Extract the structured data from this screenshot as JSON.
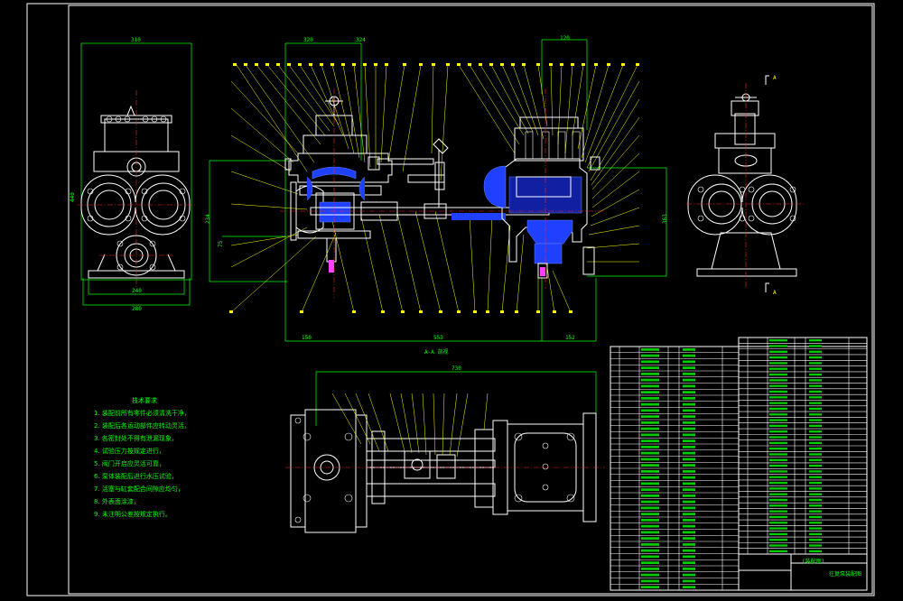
{
  "section_title": "A-A 剖视",
  "notes": {
    "heading": "技术要求",
    "lines": [
      "1. 装配前所有零件必须清洗干净，",
      "2. 装配后各运动部件应转动灵活，",
      "3. 各密封处不得有泄漏现象，",
      "4. 试验压力按规定进行，",
      "5. 阀门开启应灵活可靠，",
      "6. 泵体装配后进行水压试验，",
      "7. 活塞与缸套配合间隙应均匀，",
      "8. 外表面涂漆，",
      "9. 未注明公差按规定执行。"
    ]
  },
  "dimensions": {
    "end_view_width": "310",
    "end_view_height": "440",
    "base_width_1": "240",
    "base_width_2": "280",
    "top_left": "320",
    "top_mid": "324",
    "top_right": "120",
    "left_h1": "234",
    "left_h2": "75",
    "bottom_1": "150",
    "bottom_2": "553",
    "bottom_3": "152",
    "right_h": "363",
    "plan_width": "730"
  },
  "section_marks": {
    "top": "A",
    "bottom": "A"
  },
  "title_block": {
    "drawing_name": "(装配图)",
    "product_name": "往复泵装配图"
  }
}
